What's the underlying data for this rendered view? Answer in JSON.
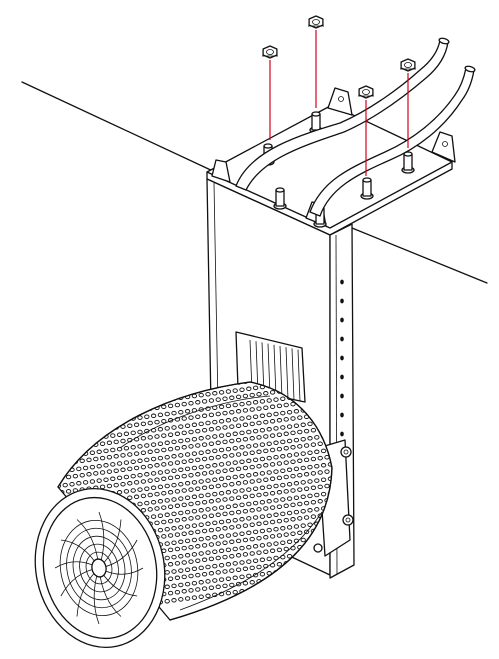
{
  "diagram": {
    "subject": "ceiling-mounted-fan-heater-installation",
    "colors": {
      "line": "#111111",
      "background": "#ffffff",
      "guide": "#d0021b"
    },
    "fasteners": 4,
    "strap_holes": 9
  }
}
